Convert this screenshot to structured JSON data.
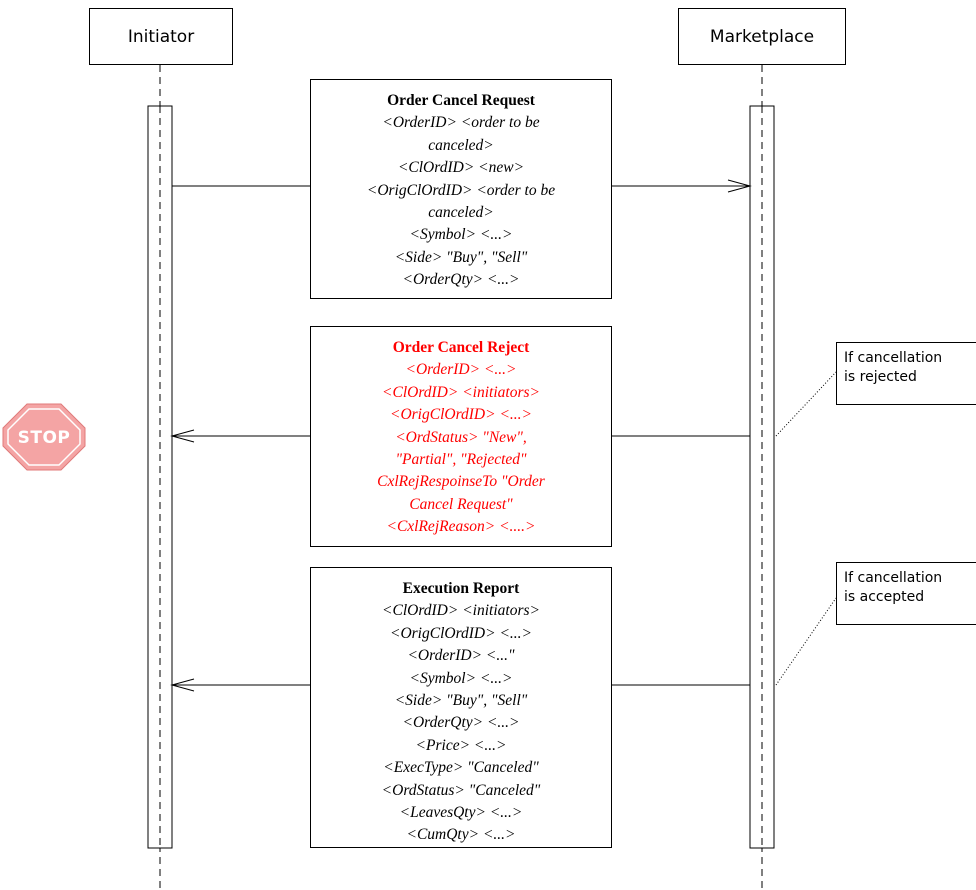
{
  "actors": {
    "initiator": "Initiator",
    "marketplace": "Marketplace"
  },
  "messages": [
    {
      "title": "Order Cancel Request",
      "lines": [
        "<OrderID> <order to be",
        "canceled>",
        "<ClOrdID> <new>",
        "<OrigClOrdID> <order to be",
        "canceled>",
        "<Symbol> <...>",
        "<Side> \"Buy\", \"Sell\"",
        "<OrderQty> <...>"
      ],
      "direction": "to-marketplace",
      "color": "#000000"
    },
    {
      "title": "Order Cancel Reject",
      "lines": [
        "<OrderID> <...>",
        "<ClOrdID> <initiators>",
        "<OrigClOrdID> <...>",
        "<OrdStatus> \"New\",",
        "\"Partial\", \"Rejected\"",
        "CxlRejRespoinseTo \"Order",
        "Cancel Request\"",
        "<CxlRejReason> <....>"
      ],
      "direction": "to-initiator",
      "color": "#ff0000"
    },
    {
      "title": "Execution Report",
      "lines": [
        "<ClOrdID> <initiators>",
        "<OrigClOrdID> <...>",
        "<OrderID> <...\"",
        "<Symbol> <...>",
        "<Side> \"Buy\", \"Sell\"",
        "<OrderQty> <...>",
        "<Price> <...>",
        "<ExecType> \"Canceled\"",
        "<OrdStatus> \"Canceled\"",
        "<LeavesQty> <...>",
        "<CumQty> <...>"
      ],
      "direction": "to-initiator",
      "color": "#000000"
    }
  ],
  "notes": [
    {
      "lines": [
        "If cancellation",
        "is rejected"
      ]
    },
    {
      "lines": [
        "If cancellation",
        "is accepted"
      ]
    }
  ],
  "stop_sign": {
    "label": "STOP",
    "color": "#f4a4a4"
  }
}
